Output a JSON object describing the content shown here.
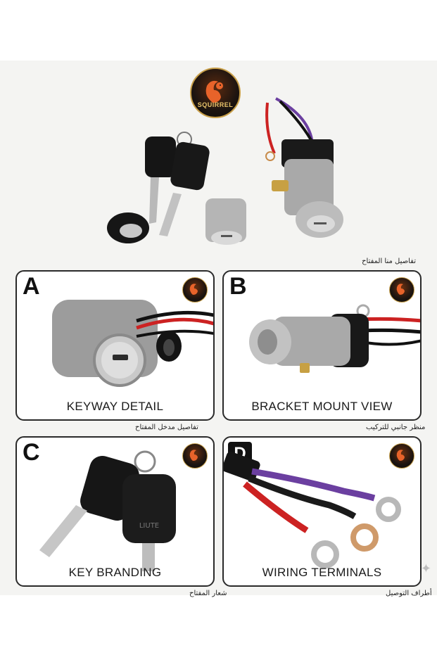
{
  "brand": {
    "logo_text": "SQUIRREL"
  },
  "hero": {
    "caption_ar": "تفاصيل منا المفتاح"
  },
  "panels": [
    {
      "letter": "A",
      "title": "KEYWAY DETAIL",
      "caption_ar": "تفاصيل مدخل المفتاح"
    },
    {
      "letter": "B",
      "title": "BRACKET MOUNT VIEW",
      "caption_ar": "منظر جانبي للتركيب"
    },
    {
      "letter": "C",
      "title": "KEY BRANDING",
      "caption_ar": "شعار المفتاح"
    },
    {
      "letter": "D",
      "title": "WIRING TERMINALS",
      "caption_ar": "أطراف التوصيل"
    }
  ],
  "key_branding_text": "LIUTE",
  "colors": {
    "frame": "#2a2a2a",
    "background": "#f4f4f2",
    "logo_gold": "#e8c36a"
  }
}
